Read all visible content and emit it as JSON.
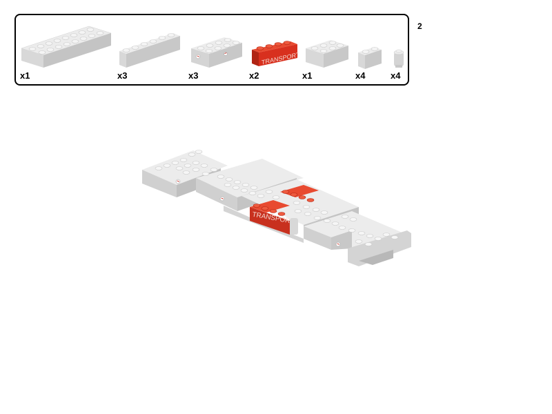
{
  "step": {
    "number": "2"
  },
  "colors": {
    "brick_white": "#e6e6e6",
    "brick_shade": "#c8c8c8",
    "brick_dark": "#b4b4b4",
    "brick_red": "#e0301e",
    "brick_red_dark": "#b02414",
    "border": "#000000"
  },
  "parts_list": [
    {
      "name": "brick-2x8",
      "quantity": "x1"
    },
    {
      "name": "brick-1x6",
      "quantity": "x3"
    },
    {
      "name": "technic-brick-2x4-with-holes",
      "quantity": "x3"
    },
    {
      "name": "brick-1x4-transport-printed",
      "quantity": "x2",
      "print_text": "TRANSPORT"
    },
    {
      "name": "brick-2x3",
      "quantity": "x1"
    },
    {
      "name": "brick-1x2",
      "quantity": "x4"
    },
    {
      "name": "round-brick-1x1",
      "quantity": "x4"
    }
  ],
  "assembly": {
    "print_text": "TRANSPORT"
  }
}
